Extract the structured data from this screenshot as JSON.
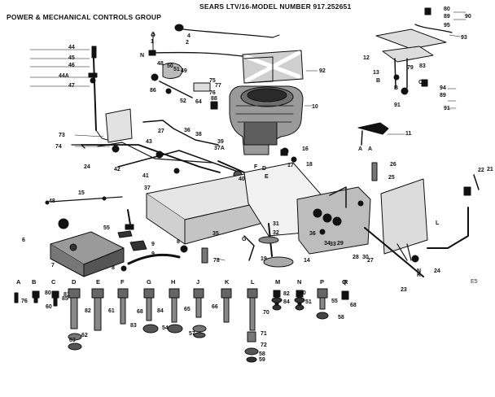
{
  "header": {
    "model_title": "SEARS LTV/16-MODEL NUMBER 917.252651",
    "group_title": "POWER & MECHANICAL CONTROLS GROUP",
    "page_id": "E5"
  },
  "callouts": {
    "top_left_parts": [
      "3",
      "1",
      "2",
      "N",
      "4",
      "44",
      "45",
      "46",
      "44A",
      "47",
      "48",
      "50",
      "51",
      "49",
      "75",
      "77",
      "76",
      "86",
      "52",
      "64",
      "88"
    ],
    "top_right_parts": [
      "80",
      "89",
      "90",
      "95",
      "93",
      "12",
      "79",
      "83",
      "B",
      "B",
      "C",
      "13",
      "91",
      "94",
      "89",
      "91"
    ],
    "center_parts": [
      "92",
      "10",
      "11",
      "A",
      "A",
      "26",
      "25"
    ],
    "left_mid_parts": [
      "73",
      "74",
      "24",
      "27",
      "36",
      "38",
      "43",
      "39",
      "37A",
      "42",
      "41",
      "37",
      "40",
      "16",
      "15",
      "17",
      "18",
      "F",
      "D",
      "E",
      "22",
      "21"
    ],
    "lower_parts": [
      "48",
      "15",
      "55",
      "6",
      "9",
      "9",
      "7",
      "8",
      "8",
      "78",
      "35",
      "G",
      "19",
      "14",
      "31",
      "32",
      "36",
      "34",
      "33",
      "29",
      "28",
      "30",
      "27",
      "L",
      "23",
      "24",
      "N",
      "K",
      "O"
    ],
    "hardware_letters": [
      "A",
      "B",
      "C",
      "D",
      "E",
      "F",
      "G",
      "H",
      "J",
      "K",
      "L",
      "M",
      "N",
      "P",
      "Q",
      "R"
    ],
    "hardware_numbers": [
      "76",
      "80",
      "60",
      "81",
      "85",
      "82",
      "63",
      "61",
      "62",
      "68",
      "84",
      "83",
      "54",
      "65",
      "57",
      "66",
      "70",
      "71",
      "72",
      "58",
      "59",
      "82",
      "50",
      "84",
      "51",
      "55",
      "58",
      "68"
    ]
  }
}
